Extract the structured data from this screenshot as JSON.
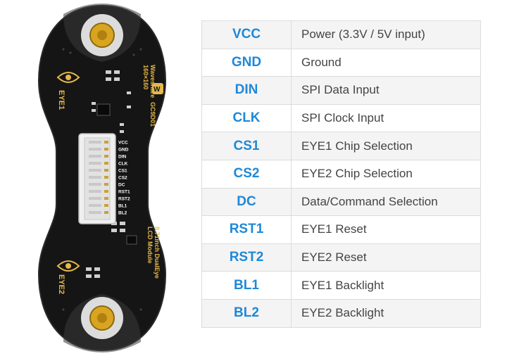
{
  "board": {
    "brand": "Waveshare",
    "resolution": "160×160",
    "driver": "GC9D01",
    "eye1_label": "EYE1",
    "eye2_label": "EYE2",
    "module_line1": "0.71inch DualEye",
    "module_line2": "LCD Module",
    "connector_pins": [
      "VCC",
      "GND",
      "DIN",
      "CLK",
      "CS1",
      "CS2",
      "DC",
      "RST1",
      "RST2",
      "BL1",
      "BL2"
    ]
  },
  "pins": [
    {
      "name": "VCC",
      "desc": "Power (3.3V / 5V input)"
    },
    {
      "name": "GND",
      "desc": "Ground"
    },
    {
      "name": "DIN",
      "desc": "SPI Data Input"
    },
    {
      "name": "CLK",
      "desc": "SPI Clock Input"
    },
    {
      "name": "CS1",
      "desc": "EYE1 Chip Selection"
    },
    {
      "name": "CS2",
      "desc": "EYE2 Chip Selection"
    },
    {
      "name": "DC",
      "desc": "Data/Command Selection"
    },
    {
      "name": "RST1",
      "desc": "EYE1 Reset"
    },
    {
      "name": "RST2",
      "desc": "EYE2 Reset"
    },
    {
      "name": "BL1",
      "desc": "EYE1 Backlight"
    },
    {
      "name": "BL2",
      "desc": "EYE2 Backlight"
    }
  ]
}
